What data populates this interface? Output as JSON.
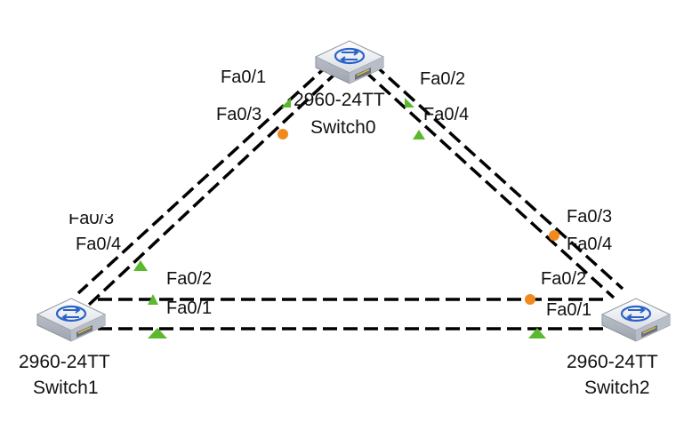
{
  "switches": {
    "switch0": {
      "model": "2960-24TT",
      "name": "Switch0"
    },
    "switch1": {
      "model": "2960-24TT",
      "name": "Switch1"
    },
    "switch2": {
      "model": "2960-24TT",
      "name": "Switch2"
    }
  },
  "ports": {
    "sw0_fa01": "Fa0/1",
    "sw0_fa02": "Fa0/2",
    "sw0_fa03": "Fa0/3",
    "sw0_fa04": "Fa0/4",
    "sw1_fa03": "Fa0/3",
    "sw1_fa04": "Fa0/4",
    "sw1_fa02": "Fa0/2",
    "sw1_fa01": "Fa0/1",
    "sw2_fa03": "Fa0/3",
    "sw2_fa04": "Fa0/4",
    "sw2_fa02": "Fa0/2",
    "sw2_fa01": "Fa0/1"
  },
  "colors": {
    "link": "#000000",
    "link_up": "#5cb82e",
    "link_blocking": "#f08a1e",
    "switch_body": "#e6e9ee",
    "switch_accent": "#2a63c6"
  },
  "icons": {
    "switch": "layer2-switch-icon",
    "forwarding": "green-triangle-indicator",
    "blocking": "orange-circle-indicator"
  }
}
